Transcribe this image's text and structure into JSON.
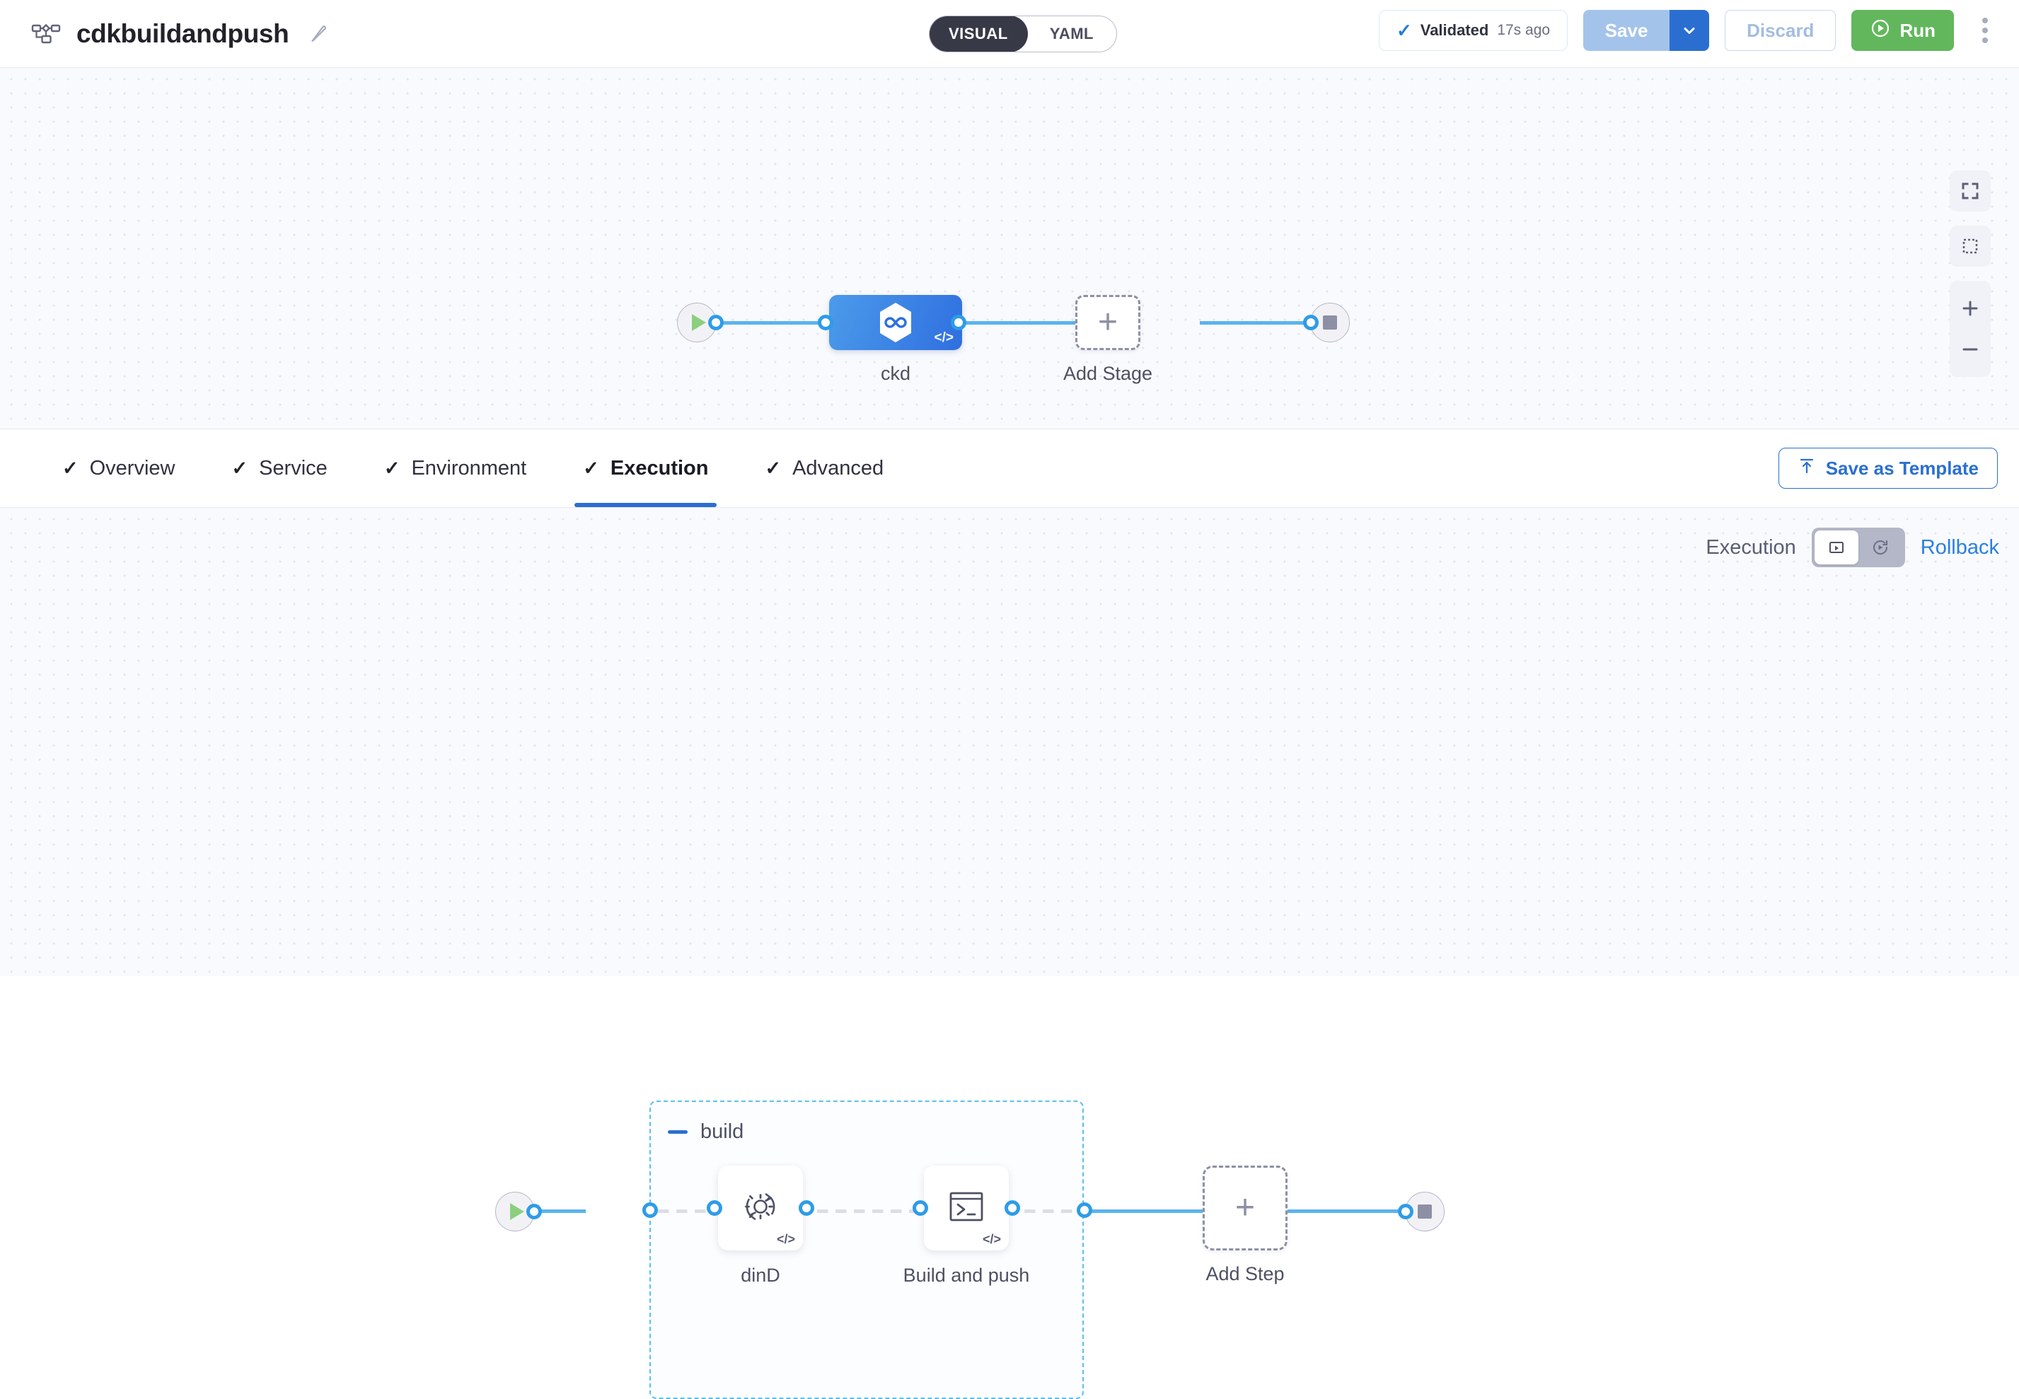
{
  "header": {
    "pipeline_icon": "pipeline-flow-icon",
    "title": "cdkbuildandpush",
    "edit_icon": "pencil-icon",
    "view_toggle": {
      "visual": "VISUAL",
      "yaml": "YAML",
      "selected": "VISUAL"
    },
    "validated": {
      "check_icon": "check-icon",
      "label": "Validated",
      "time": "17s ago"
    },
    "save_label": "Save",
    "save_caret_icon": "chevron-down-icon",
    "discard_label": "Discard",
    "run_label": "Run",
    "run_icon": "play-circle-icon",
    "more_icon": "kebab-menu-icon"
  },
  "canvas_controls": [
    {
      "name": "fit-to-screen-icon"
    },
    {
      "name": "selection-box-icon"
    },
    {
      "name": "zoom-in-icon"
    },
    {
      "name": "zoom-out-icon"
    }
  ],
  "stage_canvas": {
    "start_node": "pipeline-start-node",
    "end_node": "pipeline-end-node",
    "stages": [
      {
        "label": "ckd",
        "icon": "harness-cd-hexagon-icon",
        "badge": "</>",
        "selected": true
      }
    ],
    "add_stage": {
      "label": "Add Stage",
      "icon": "plus-icon"
    }
  },
  "tabs": [
    {
      "label": "Overview",
      "check": "✓",
      "active": false
    },
    {
      "label": "Service",
      "check": "✓",
      "active": false
    },
    {
      "label": "Environment",
      "check": "✓",
      "active": false
    },
    {
      "label": "Execution",
      "check": "✓",
      "active": true
    },
    {
      "label": "Advanced",
      "check": "✓",
      "active": false
    }
  ],
  "save_as_template": {
    "label": "Save as Template",
    "icon": "upload-template-icon"
  },
  "execution_bar": {
    "execution_label": "Execution",
    "rollback_label": "Rollback",
    "execution_icon": "execution-play-icon",
    "rollback_icon": "rollback-arrow-icon",
    "selected": "Execution"
  },
  "execution_canvas": {
    "start_node": "execution-start-node",
    "end_node": "execution-end-node",
    "group": {
      "name": "build",
      "collapse_icon": "minus-icon",
      "steps": [
        {
          "label": "dinD",
          "icon": "gear-rotate-icon",
          "badge": "</>"
        },
        {
          "label": "Build and push",
          "icon": "terminal-icon",
          "badge": "</>"
        }
      ]
    },
    "add_step": {
      "label": "Add Step",
      "icon": "plus-icon"
    }
  },
  "colors": {
    "accent_blue": "#2a6fd0",
    "link_blue": "#5cb3ee",
    "run_green": "#62b75c",
    "group_border": "#5bc0ee",
    "canvas_bg": "#f9fafd"
  }
}
